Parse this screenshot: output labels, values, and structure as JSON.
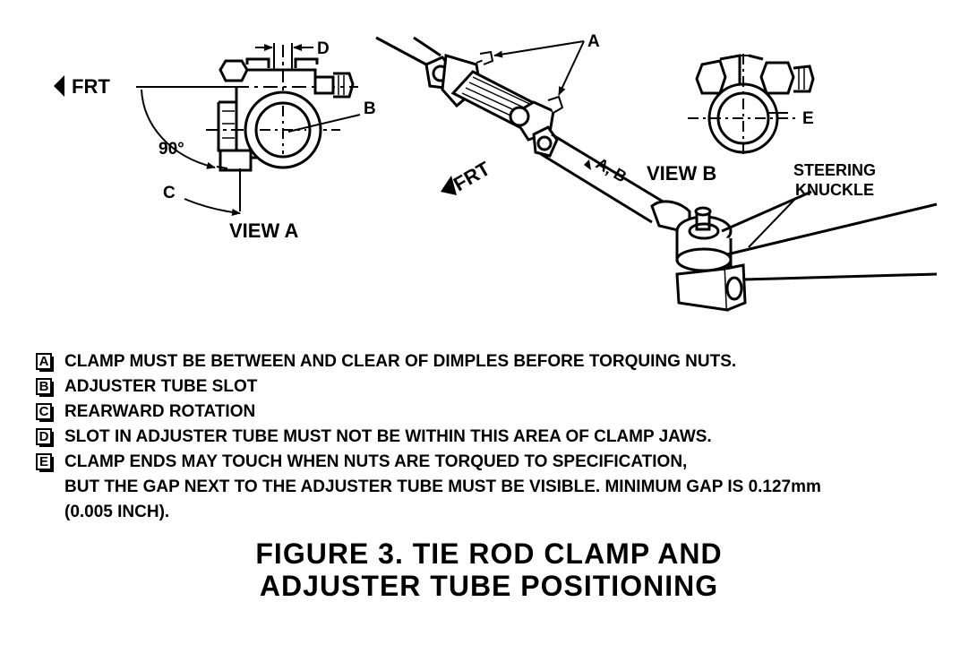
{
  "labels": {
    "frt_left": "FRT",
    "frt_center": "FRT",
    "d": "D",
    "b_view_a": "B",
    "angle": "90°",
    "c": "C",
    "view_a": "VIEW A",
    "a": "A",
    "view_b": "VIEW B",
    "e": "E",
    "a_b_rod": "A, B",
    "steering_line1": "STEERING",
    "steering_line2": "KNUCKLE"
  },
  "notes": [
    {
      "letter": "A",
      "text": "CLAMP MUST BE BETWEEN AND CLEAR OF DIMPLES BEFORE TORQUING NUTS."
    },
    {
      "letter": "B",
      "text": "ADJUSTER TUBE SLOT"
    },
    {
      "letter": "C",
      "text": "REARWARD ROTATION"
    },
    {
      "letter": "D",
      "text": "SLOT IN ADJUSTER TUBE MUST NOT BE WITHIN THIS AREA OF CLAMP JAWS."
    },
    {
      "letter": "E",
      "text": "CLAMP ENDS MAY TOUCH WHEN NUTS ARE TORQUED TO SPECIFICATION,\nBUT THE GAP NEXT TO THE ADJUSTER TUBE MUST BE VISIBLE. MINIMUM GAP IS 0.127mm\n(0.005 INCH)."
    }
  ],
  "caption": {
    "line1": "FIGURE 3. TIE ROD CLAMP AND",
    "line2": "ADJUSTER TUBE POSITIONING"
  }
}
